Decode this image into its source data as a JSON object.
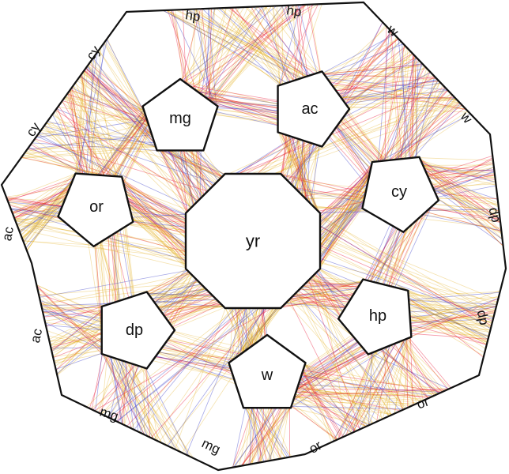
{
  "colors": {
    "gold": "#E0A500",
    "red": "#E8193A",
    "blue": "#3A3FC9",
    "outline": "#111111",
    "background": "#ffffff"
  },
  "center_node": {
    "label": "yr"
  },
  "inner_nodes": [
    {
      "label": "mg"
    },
    {
      "label": "ac"
    },
    {
      "label": "cy"
    },
    {
      "label": "hp"
    },
    {
      "label": "w"
    },
    {
      "label": "dp"
    },
    {
      "label": "or"
    }
  ],
  "boundary_labels": [
    {
      "text": "hp"
    },
    {
      "text": "hp"
    },
    {
      "text": "w"
    },
    {
      "text": "w"
    },
    {
      "text": "dp"
    },
    {
      "text": "dp"
    },
    {
      "text": "or"
    },
    {
      "text": "or"
    },
    {
      "text": "mg"
    },
    {
      "text": "mg"
    },
    {
      "text": "ac"
    },
    {
      "text": "ac"
    },
    {
      "text": "cy"
    },
    {
      "text": "cy"
    }
  ]
}
